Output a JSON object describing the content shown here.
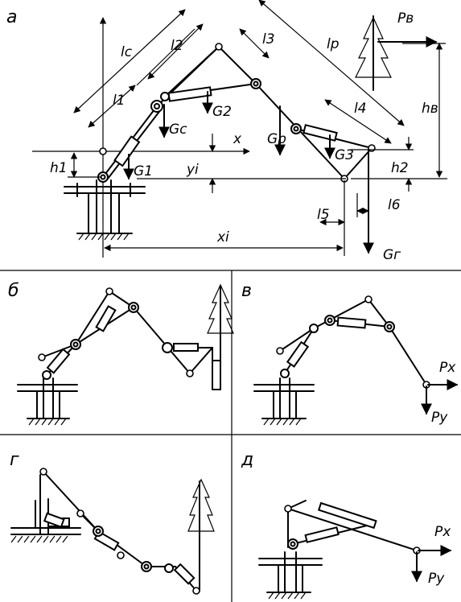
{
  "panels": {
    "a": {
      "letter": "а",
      "labels": {
        "lc": "lc",
        "l2": "l2",
        "l1": "l1",
        "l3": "l3",
        "lp": "lp",
        "l4": "l4",
        "l5": "l5",
        "l6": "l6",
        "h1": "h1",
        "h2": "h2",
        "hb": "hв",
        "yi": "yi",
        "xi": "xi",
        "x": "x",
        "Gc": "Gc",
        "G1": "G1",
        "G2": "G2",
        "Gp": "Gp",
        "G3": "G3",
        "Gr": "Gг",
        "Pb": "Pв"
      }
    },
    "b": {
      "letter": "б"
    },
    "v": {
      "letter": "в",
      "labels": {
        "Px": "Px",
        "Py": "Py"
      }
    },
    "g": {
      "letter": "г"
    },
    "d": {
      "letter": "д",
      "labels": {
        "Px": "Px",
        "Py": "Py"
      }
    }
  }
}
